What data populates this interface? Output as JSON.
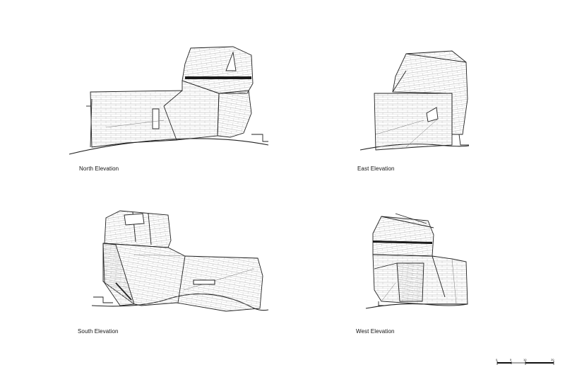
{
  "elevations": [
    {
      "id": "north",
      "title": "North Elevation"
    },
    {
      "id": "east",
      "title": "East Elevation"
    },
    {
      "id": "south",
      "title": "South Elevation"
    },
    {
      "id": "west",
      "title": "West Elevation"
    }
  ],
  "scale_bar": {
    "ticks": [
      "0",
      "5",
      "10",
      "20"
    ]
  },
  "colors": {
    "line": "#222222",
    "hatch": "#9a9a9a",
    "band": "#1a1a1a",
    "background": "#ffffff"
  }
}
